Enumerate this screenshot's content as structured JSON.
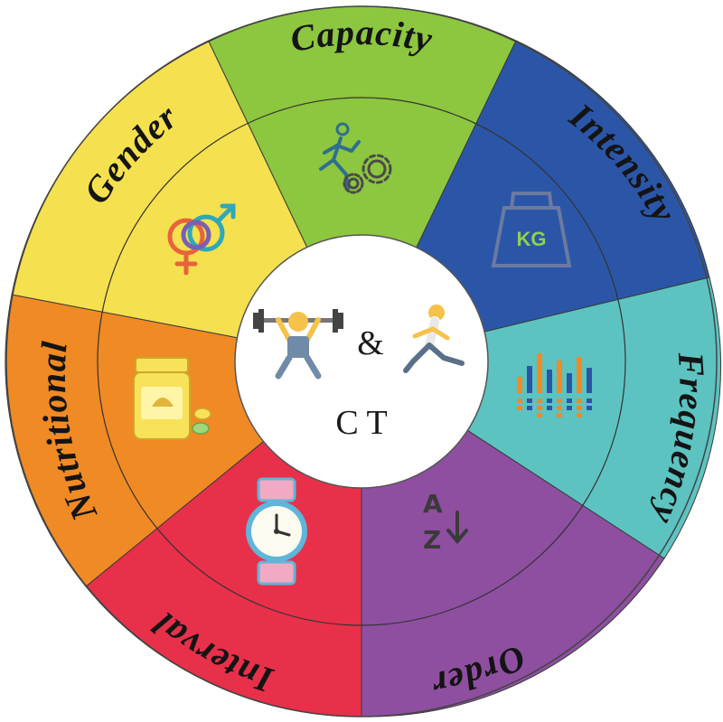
{
  "center": {
    "ampersand": "&",
    "caption": "C T",
    "left_icon": "weightlifter-icon",
    "right_icon": "runner-icon"
  },
  "segments": [
    {
      "label": "Capacity",
      "color": "#8dc63f",
      "icon": "running-gear-icon"
    },
    {
      "label": "Intensity",
      "color": "#2b56a8",
      "icon": "kettlebell-kg-icon",
      "icon_text": "KG"
    },
    {
      "label": "Frequency",
      "color": "#5cc3c1",
      "icon": "equalizer-bars-icon"
    },
    {
      "label": "Order",
      "color": "#8e4fa0",
      "icon": "sort-az-icon",
      "icon_text": "A Z"
    },
    {
      "label": "Interval",
      "color": "#e8304a",
      "icon": "wristwatch-icon"
    },
    {
      "label": "Nutritional",
      "color": "#f08a24",
      "icon": "supplement-jar-icon"
    },
    {
      "label": "Gender",
      "color": "#f5e04f",
      "icon": "gender-symbols-icon"
    }
  ]
}
